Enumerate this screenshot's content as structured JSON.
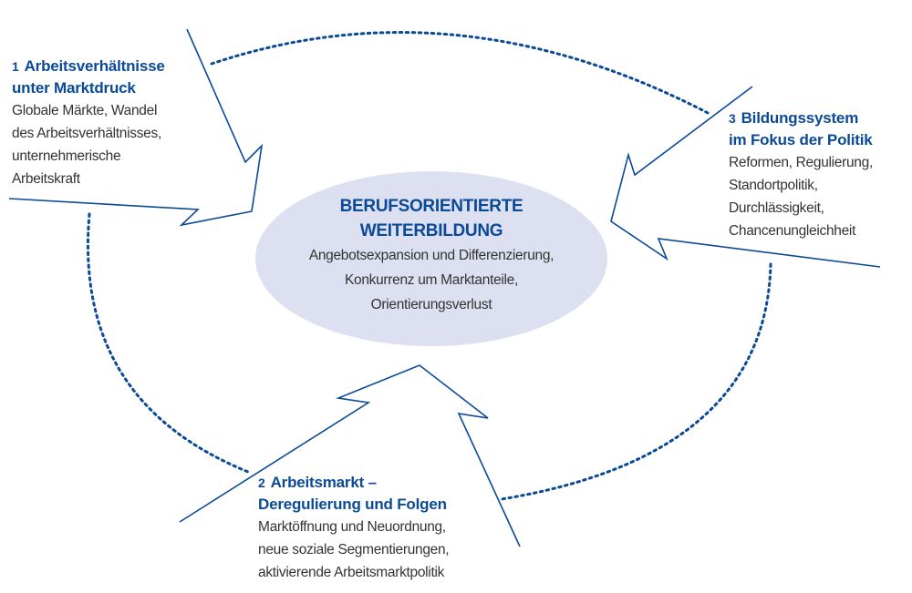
{
  "center": {
    "title_lines": [
      "BERUFSORIENTIERTE",
      "WEITERBILDUNG"
    ],
    "body_lines": [
      "Angebotsexpansion und Differenzierung,",
      "Konkurrenz um Marktanteile,",
      "Orientierungsverlust"
    ]
  },
  "factors": [
    {
      "number": "1",
      "title_lines": [
        "Arbeitsverhältnisse",
        "unter Marktdruck"
      ],
      "body_lines": [
        "Globale Märkte, Wandel",
        "des Arbeitsverhältnisses,",
        "unternehmerische",
        "Arbeitskraft"
      ]
    },
    {
      "number": "2",
      "title_lines": [
        "Arbeitsmarkt –",
        "Deregulierung und Folgen"
      ],
      "body_lines": [
        "Marktöffnung und Neuordnung,",
        "neue soziale Segmentierungen,",
        "aktivierende Arbeitsmarktpolitik"
      ]
    },
    {
      "number": "3",
      "title_lines": [
        "Bildungssystem",
        "im Fokus der Politik"
      ],
      "body_lines": [
        "Reformen, Regulierung,",
        "Standortpolitik,",
        "Durchlässigkeit,",
        "Chancenungleichheit"
      ]
    }
  ],
  "colors": {
    "accent": "#0b4a96",
    "ellipse_fill": "#dde0f0",
    "text": "#333333"
  }
}
